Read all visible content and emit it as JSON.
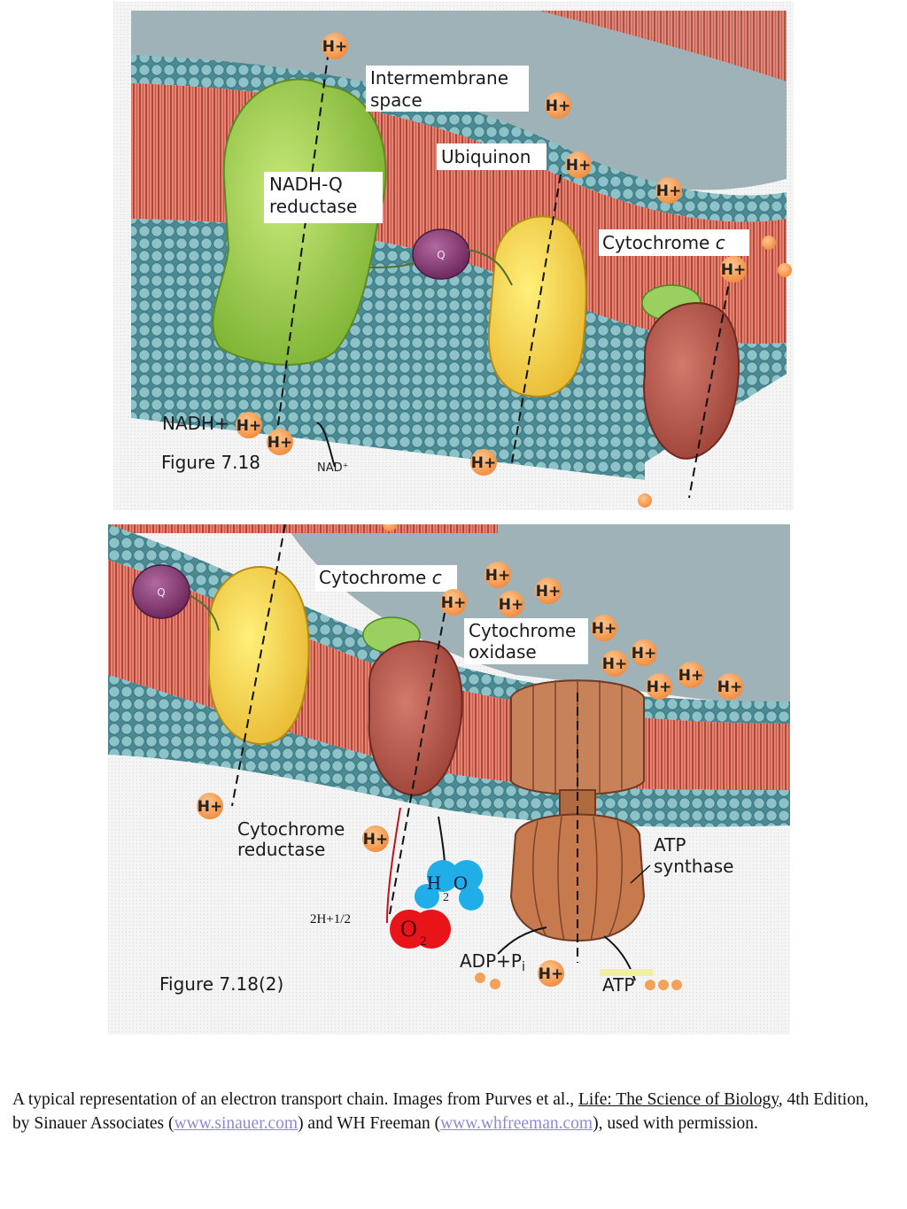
{
  "figure1": {
    "labels": {
      "intermembrane": [
        "Intermembrane",
        "space"
      ],
      "nadhq": [
        "NADH-Q",
        "reductase"
      ],
      "ubiquinon": "Ubiquinon",
      "cytc": "Cytochrome",
      "cytc_italic": "c",
      "q": "Q",
      "nadh": "NADH+",
      "nad": "NAD⁺",
      "figure": "Figure 7.18"
    },
    "proton": "H+"
  },
  "figure2": {
    "labels": {
      "cytc": "Cytochrome",
      "cytc_italic": "c",
      "cytox": [
        "Cytochrome",
        "oxidase"
      ],
      "cytred": [
        "Cytochrome",
        "reductase"
      ],
      "atpsyn": [
        "ATP",
        "synthase"
      ],
      "q": "Q",
      "h2o_h": "H",
      "h2o_2": "2",
      "h2o_o": "O",
      "twoh": "2H+1/2",
      "o2_o": "O",
      "o2_2": "2",
      "adp": "ADP+P",
      "adp_i": "i",
      "atp": "ATP",
      "figure": "Figure 7.18(2)"
    },
    "proton": "H+"
  },
  "caption": {
    "text1": "A typical representation of an electron transport chain. Images from Purves et al., ",
    "book": "Life: The Science of Biology",
    "text2": ", 4th Edition, by Sinauer Associates (",
    "url1": "www.sinauer.com",
    "text3": ") and WH Freeman (",
    "url2": "www.whfreeman.com",
    "text4": "), used with permission."
  },
  "colors": {
    "lipid_head": "#5f9ca4",
    "lipid_tail": "#d8695c",
    "space": "#8fa6ad",
    "complex1": "#9ccf4a",
    "complex3": "#f2d44d",
    "complex4": "#b9574a",
    "atp_synthase": "#c07850",
    "ubiquinone": "#8a3a78",
    "cytc": "#98d060",
    "proton": "#f5a15a",
    "water": "#20aee8",
    "oxygen": "#e8141a"
  }
}
